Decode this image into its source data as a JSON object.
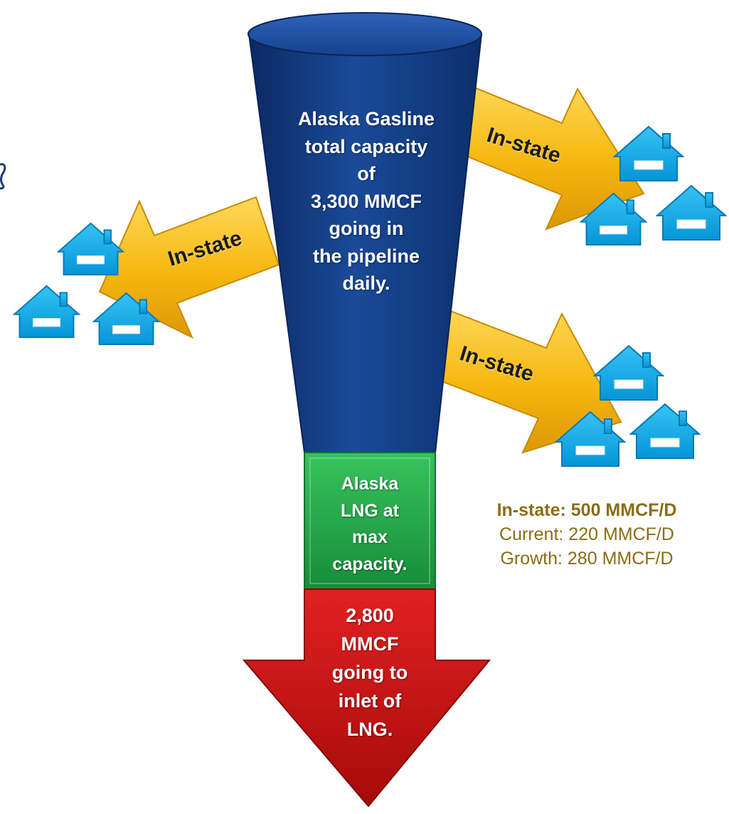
{
  "funnel": {
    "lines": [
      "Alaska Gasline",
      "total capacity",
      "of",
      "3,300 MMCF",
      "going in",
      "the pipeline",
      "daily."
    ]
  },
  "lng_box": {
    "lines": [
      "Alaska",
      "LNG at",
      "max",
      "capacity."
    ]
  },
  "output_arrow": {
    "lines": [
      "2,800",
      "MMCF",
      "going to",
      "inlet of",
      "LNG."
    ]
  },
  "arrows": {
    "left_label": "In-state",
    "right_top_label": "In-state",
    "right_bottom_label": "In-state"
  },
  "stats": {
    "total": "In-state: 500 MMCF/D",
    "current": "Current: 220 MMCF/D",
    "growth": "Growth: 280 MMCF/D"
  },
  "colors": {
    "funnel": "#123f87",
    "lng_box": "#1fa347",
    "output_arrow": "#c70f0f",
    "arrow": "#f2b10e",
    "house": "#0ea5e6",
    "stats_text": "#8a6d12"
  }
}
